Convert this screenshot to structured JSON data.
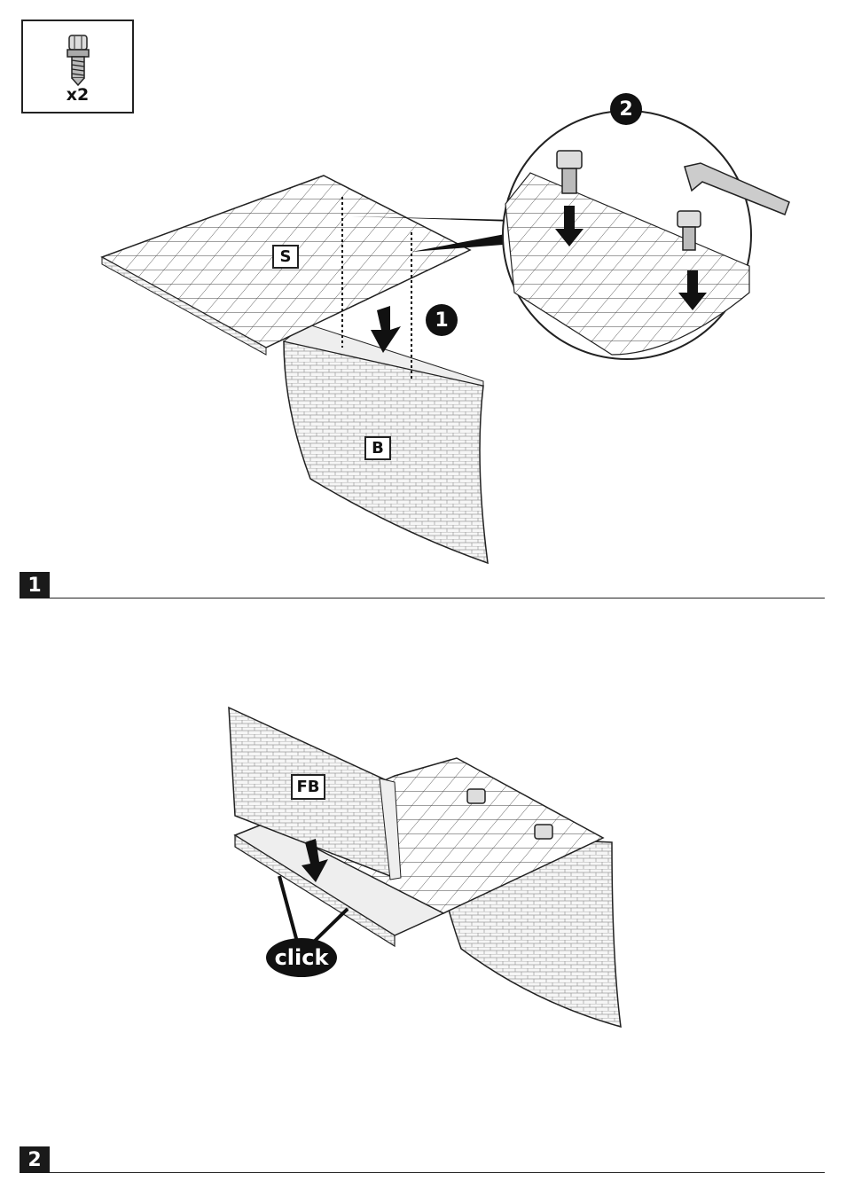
{
  "parts": {
    "quantity": "x2",
    "icon": "screw-peg-icon"
  },
  "labels": {
    "shelf": "S",
    "back": "B",
    "front_back": "FB"
  },
  "callouts": {
    "one": "1",
    "two": "2"
  },
  "click_text": "click",
  "steps": [
    {
      "number": "1"
    },
    {
      "number": "2"
    }
  ],
  "colors": {
    "ink": "#111111",
    "brick": "#f4f4f4",
    "hatch": "#9a9a9a"
  }
}
